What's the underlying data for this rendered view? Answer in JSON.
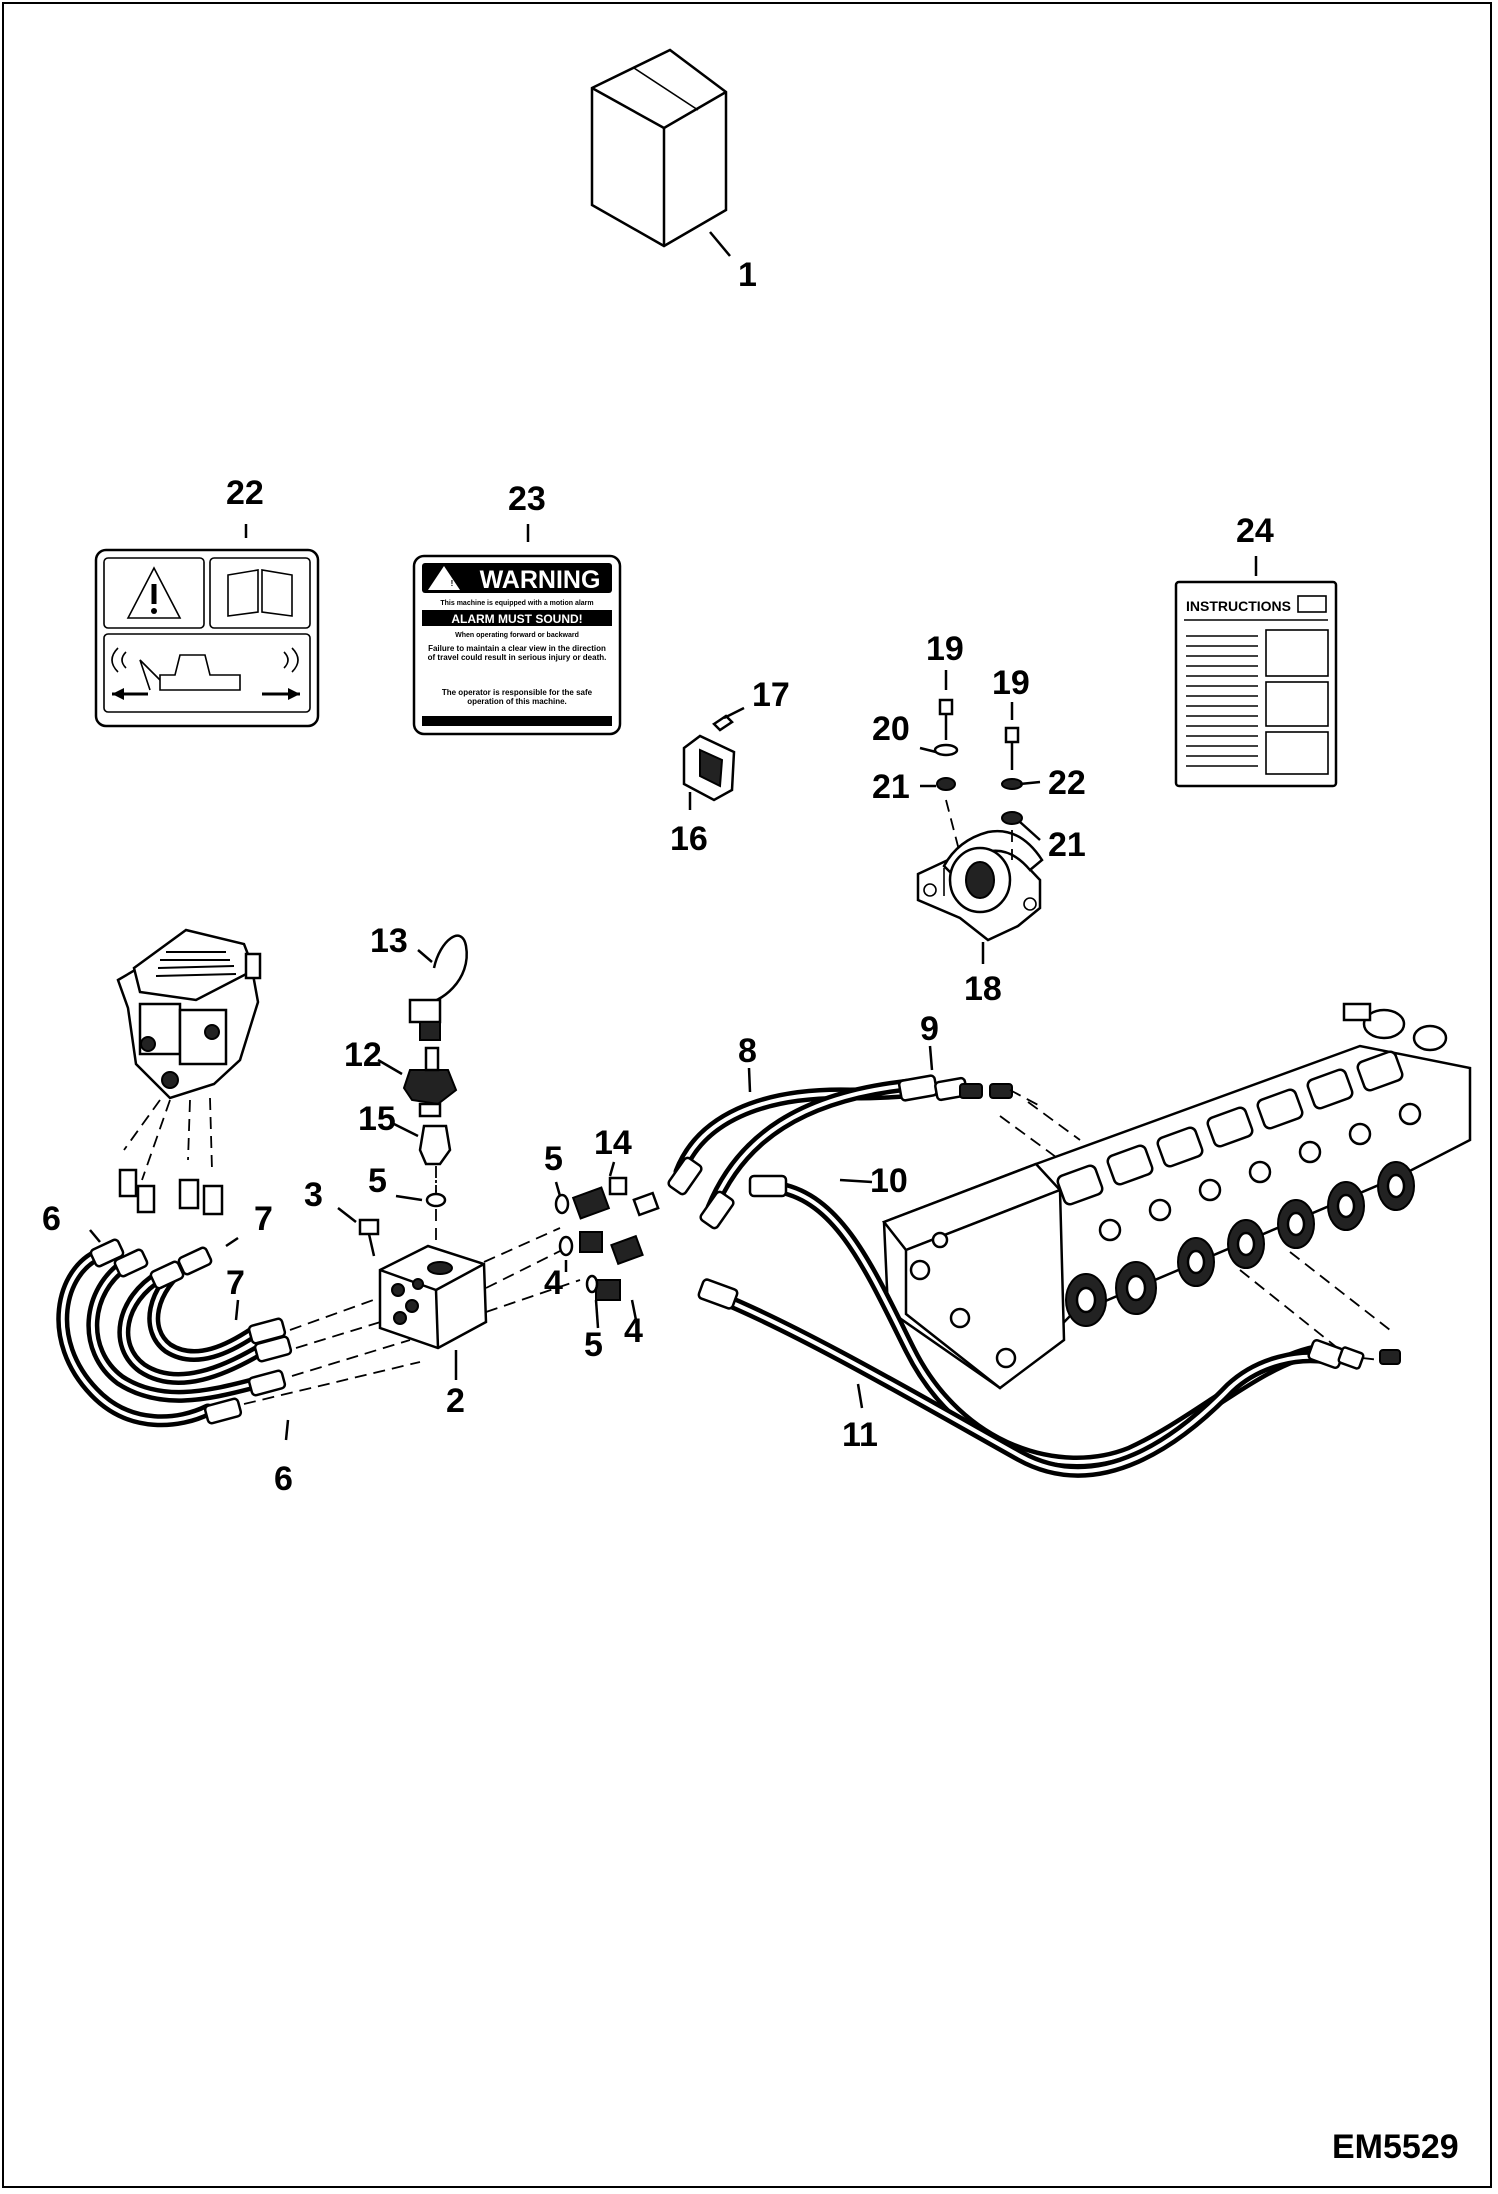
{
  "drawing_code": "EM5529",
  "callouts": [
    "1",
    "2",
    "3",
    "4",
    "5",
    "6",
    "7",
    "8",
    "9",
    "10",
    "11",
    "12",
    "13",
    "14",
    "15",
    "16",
    "17",
    "18",
    "19",
    "20",
    "21",
    "22",
    "23",
    "24"
  ],
  "decal_warning": {
    "heading": "WARNING",
    "line1": "This machine is equipped with a motion alarm",
    "line2": "ALARM MUST SOUND!",
    "line3": "When operating forward or backward",
    "line4": "Failure to maintain a clear view in the direction of travel could result in serious injury or death.",
    "line5": "The operator is responsible for the safe operation of this machine."
  },
  "instructions_sheet": {
    "heading": "INSTRUCTIONS"
  }
}
